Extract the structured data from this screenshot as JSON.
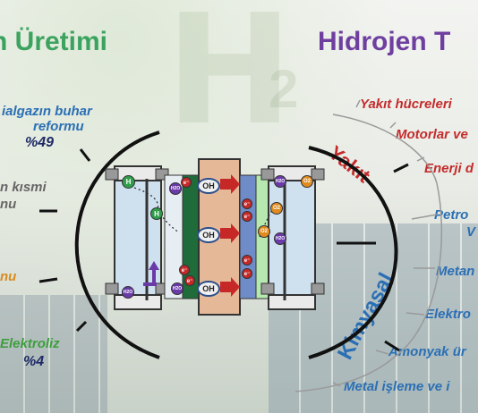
{
  "titles": {
    "left": "n Üretimi",
    "right": "Hidrojen T"
  },
  "production": [
    {
      "label_line1": "ialgazın buhar",
      "label_line2": "reformu",
      "percent": "%49"
    },
    {
      "label_line1": "n kısmi",
      "label_line2": "nu"
    },
    {
      "label_line1": "nu"
    },
    {
      "label_line1": "Elektroliz",
      "percent": "%4"
    }
  ],
  "categories": {
    "fuel": "Yakıt",
    "chemical": "Kimyasal"
  },
  "fuel_uses": [
    "Yakıt hücreleri",
    "Motorlar ve",
    "Enerji d"
  ],
  "chemical_uses": [
    "Petro",
    "V",
    "Metan",
    "Elektro",
    "Amonyak ür",
    "Metal işleme ve i"
  ],
  "cell": {
    "h2": "H2",
    "h2o": "H2O",
    "o2": "O2",
    "oh": "OH",
    "e": "e⁻",
    "h": "H"
  },
  "colors": {
    "left_title": "#3ca35f",
    "right_title": "#6f3fa0",
    "fuel": "#c42c2c",
    "chemical": "#2b6fb4"
  }
}
